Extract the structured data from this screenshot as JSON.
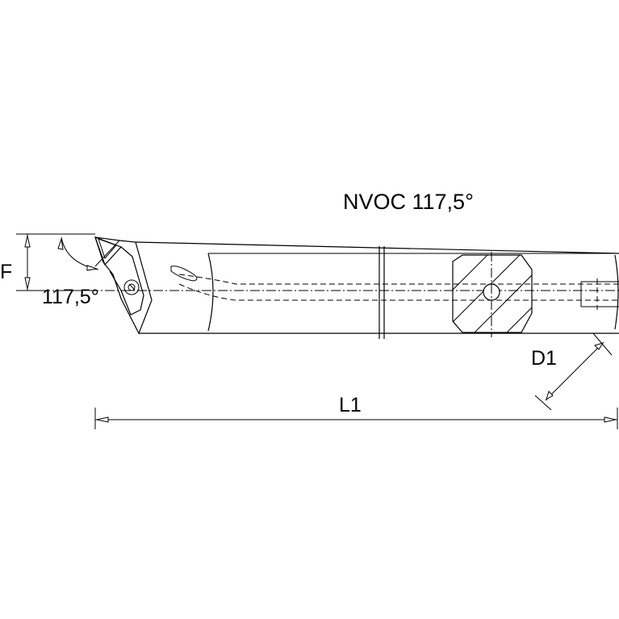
{
  "title": "NVOC 117,5°",
  "dimensions": {
    "F": "F",
    "angle": "117,5°",
    "D1": "D1",
    "L1": "L1"
  }
}
